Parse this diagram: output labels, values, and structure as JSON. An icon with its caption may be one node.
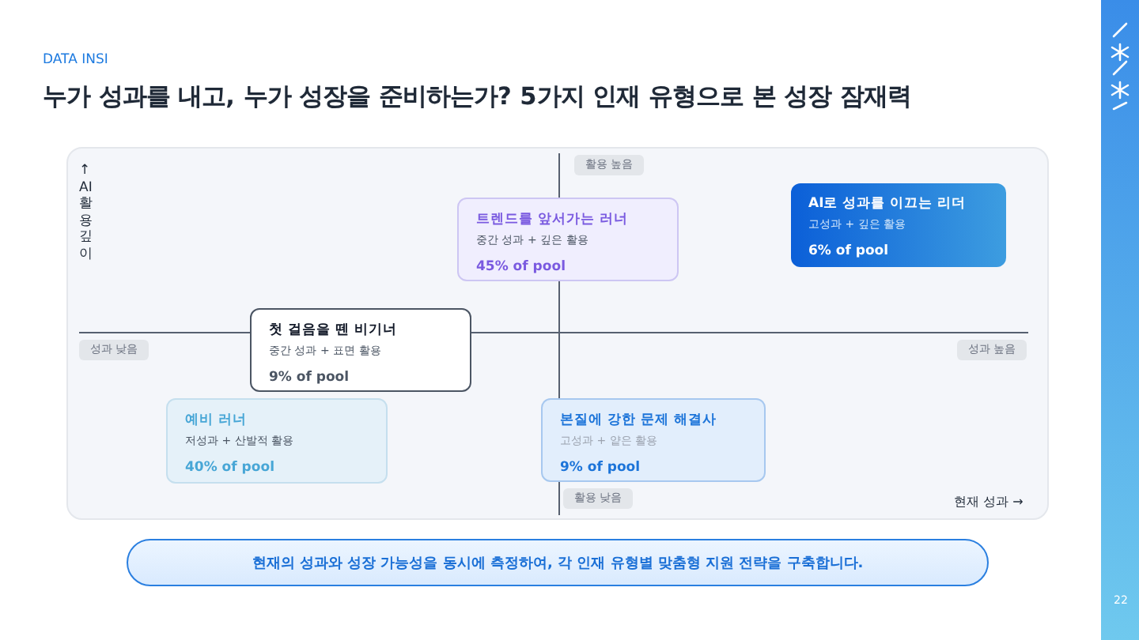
{
  "diagram": {
    "title": "누가 성과를 내고, 누가 성장을 준비하는가? 5가지 인재 유형으로 본 성장 잠재력",
    "nodes": [
      {
        "text": [
          "활용 높음"
        ]
      },
      {
        "text": [
          "트렌드를 앞서가는 러너",
          "중간 성과 + 깊은 활용",
          "45% of pool"
        ]
      },
      {
        "text": [
          "AI로 성과를 이끄는 리더",
          "고성과 + 깊은 활용",
          "6% of pool"
        ]
      },
      {
        "text": [
          "첫 걸음을 뗀 비기너",
          "중간 성과 + 표면 활용",
          "9% of pool"
        ]
      },
      {
        "text": [
          "성과 낮음"
        ]
      },
      {
        "text": [
          "성과 높음"
        ]
      },
      {
        "text": [
          "예비 러너",
          "저성과 + 산발적 활용",
          "40% of pool"
        ]
      },
      {
        "text": [
          "본질에 강한 문제 해결사",
          "고성과 + 얕은 활용",
          "9% of pool"
        ]
      },
      {
        "text": [
          "활용 낮음"
        ]
      },
      {
        "text": [
          "현재의 성과와 성장 가능성을 동시에 측정하여, 각 인재 유형별 맞춤형 지원 전략을 구축합니다."
        ]
      }
    ],
    "labels": [
      "DATA INSI",
      "↑ AI 활용 깊이",
      "현재 성과 →",
      "22"
    ]
  }
}
